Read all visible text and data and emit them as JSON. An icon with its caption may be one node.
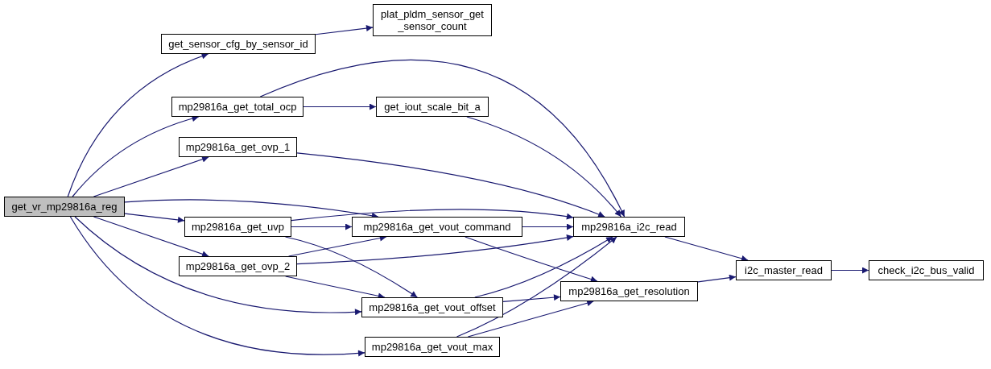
{
  "diagram": {
    "nodes": [
      {
        "text": [
          "get_vr_mp29816a_reg"
        ]
      },
      {
        "text": [
          "get_sensor_cfg_by_sensor_id"
        ]
      },
      {
        "text": [
          "plat_pldm_sensor_get _sensor_count"
        ]
      },
      {
        "text": [
          "mp29816a_get_total_ocp"
        ]
      },
      {
        "text": [
          "get_iout_scale_bit_a"
        ]
      },
      {
        "text": [
          "mp29816a_get_ovp_1"
        ]
      },
      {
        "text": [
          "mp29816a_get_uvp"
        ]
      },
      {
        "text": [
          "mp29816a_get_vout_command"
        ]
      },
      {
        "text": [
          "mp29816a_i2c_read"
        ]
      },
      {
        "text": [
          "mp29816a_get_ovp_2"
        ]
      },
      {
        "text": [
          "mp29816a_get_resolution"
        ]
      },
      {
        "text": [
          "i2c_master_read"
        ]
      },
      {
        "text": [
          "check_i2c_bus_valid"
        ]
      },
      {
        "text": [
          "mp29816a_get_vout_offset"
        ]
      },
      {
        "text": [
          "mp29816a_get_vout_max"
        ]
      }
    ],
    "edges": [
      {
        "from": 0,
        "to": 1,
        "arrow": "to"
      },
      {
        "from": 1,
        "to": 2,
        "arrow": "to"
      },
      {
        "from": 0,
        "to": 3,
        "arrow": "to"
      },
      {
        "from": 3,
        "to": 4,
        "arrow": "to"
      },
      {
        "from": 3,
        "to": 8,
        "arrow": "to"
      },
      {
        "from": 4,
        "to": 8,
        "arrow": "to"
      },
      {
        "from": 0,
        "to": 5,
        "arrow": "to"
      },
      {
        "from": 5,
        "to": 8,
        "arrow": "to"
      },
      {
        "from": 0,
        "to": 7,
        "arrow": "to"
      },
      {
        "from": 0,
        "to": 6,
        "arrow": "to"
      },
      {
        "from": 6,
        "to": 7,
        "arrow": "to"
      },
      {
        "from": 6,
        "to": 8,
        "arrow": "to"
      },
      {
        "from": 6,
        "to": 13,
        "arrow": "to"
      },
      {
        "from": 7,
        "to": 8,
        "arrow": "to"
      },
      {
        "from": 7,
        "to": 10,
        "arrow": "to"
      },
      {
        "from": 0,
        "to": 9,
        "arrow": "to"
      },
      {
        "from": 9,
        "to": 7,
        "arrow": "to"
      },
      {
        "from": 9,
        "to": 8,
        "arrow": "to"
      },
      {
        "from": 9,
        "to": 13,
        "arrow": "to"
      },
      {
        "from": 0,
        "to": 13,
        "arrow": "to"
      },
      {
        "from": 0,
        "to": 14,
        "arrow": "to"
      },
      {
        "from": 13,
        "to": 8,
        "arrow": "to"
      },
      {
        "from": 13,
        "to": 10,
        "arrow": "to"
      },
      {
        "from": 14,
        "to": 8,
        "arrow": "to"
      },
      {
        "from": 14,
        "to": 10,
        "arrow": "to"
      },
      {
        "from": 8,
        "to": 11,
        "arrow": "to"
      },
      {
        "from": 10,
        "to": 11,
        "arrow": "to"
      },
      {
        "from": 11,
        "to": 12,
        "arrow": "to"
      }
    ]
  }
}
